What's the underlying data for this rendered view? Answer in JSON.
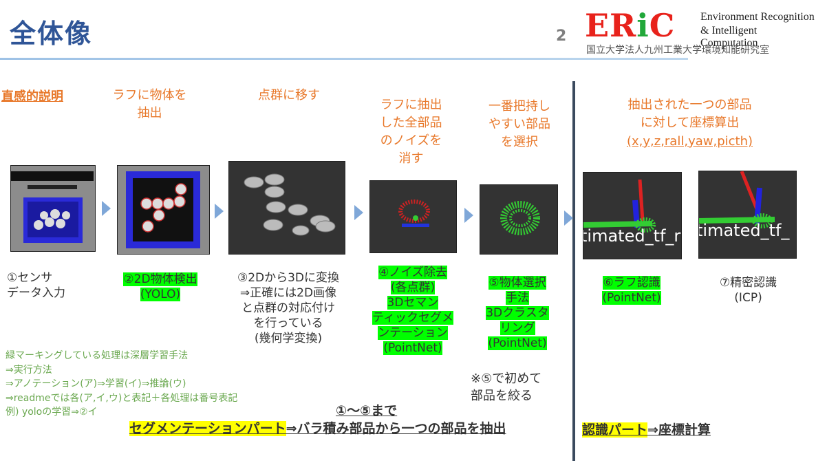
{
  "header": {
    "title": "全体像",
    "page_number": "2",
    "logo_text_1": "ER",
    "logo_text_i": "i",
    "logo_text_2": "C",
    "logo_line1": "Environment Recognition",
    "logo_line2": "& Intelligent Computation",
    "logo_sub": "国立大学法人九州工業大学環境知能研究室"
  },
  "headers": {
    "intuitive": "直感的説明",
    "col1": "ラフに物体を\n抽出",
    "col2": "点群に移す",
    "col3": "ラフに抽出\nした全部品\nのノイズを\n消す",
    "col4": "一番把持し\nやすい部品\nを選択",
    "col5_a": "抽出された一つの部品\nに対して座標算出",
    "col5_b": "(x,y,z,rall,yaw,picth)"
  },
  "steps": {
    "s1": "①センサ\nデータ入力",
    "s2_a": "②2D物体検出",
    "s2_b": "(YOLO)",
    "s3": "③2Dから3Dに変換\n⇒正確には2D画像\nと点群の対応付け\nを行っている\n(幾何学変換)",
    "s4_lines": [
      "④ノイズ除去",
      "(各点群)",
      "3Dセマン",
      "ティックセグメ",
      "ンテーション",
      "(PointNet)"
    ],
    "s5_lines": [
      "⑤物体選択",
      "手法",
      "3Dクラスタ",
      "リング",
      "(PointNet)"
    ],
    "s6_a": "⑥ラフ認識",
    "s6_b": "(PointNet)",
    "s7": "⑦精密認識\n(ICP)"
  },
  "images": {
    "overlay_text": "timated_tf_ra",
    "overlay_text_2": "timated_tf_"
  },
  "notes": {
    "green": [
      "緑マーキングしている処理は深層学習手法",
      "⇒実行方法",
      "⇒アノテーション(ア)⇒学習(イ)⇒推論(ウ)",
      "⇒readmeでは各(ア,イ,ウ)と表記＋各処理は番号表記",
      "例) yoloの学習⇒②イ"
    ],
    "first_narrow": "※⑤で初めて\n部品を絞る",
    "range": "①〜⑤まで"
  },
  "bottom": {
    "seg_label": "セグメンテーションパート",
    "seg_text": "⇒バラ積み部品から一つの部品を抽出",
    "rec_label": "認識パート",
    "rec_text": "⇒座標計算"
  },
  "colors": {
    "title": "#2f5597",
    "orange": "#e8782a",
    "highlight_green": "#00ff00",
    "highlight_yellow": "#ffff00",
    "arrow": "#7fa7d8"
  }
}
